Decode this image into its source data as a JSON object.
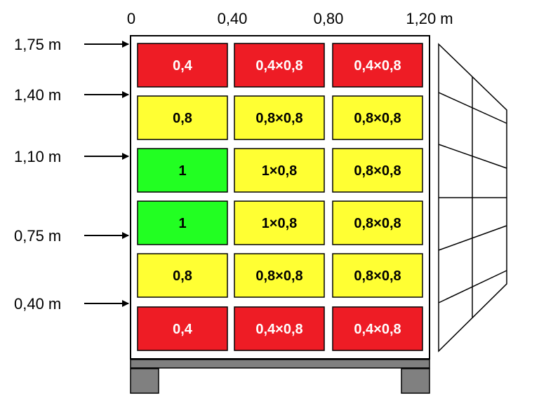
{
  "top_scale": {
    "labels": [
      "0",
      "0,40",
      "0,80",
      "1,20 m"
    ]
  },
  "height_markers": {
    "labels": [
      "1,75 m",
      "1,40 m",
      "1,10 m",
      "0,75 m",
      "0,40 m"
    ]
  },
  "colors": {
    "red": "#ee1c25",
    "yellow": "#ffff33",
    "green": "#22ff22",
    "pallet_gray": "#808080",
    "outline": "#000000"
  },
  "grid": {
    "rows": [
      [
        {
          "label": "0,4",
          "color": "red",
          "text_color": "#ffffff"
        },
        {
          "label": "0,4×0,8",
          "color": "red",
          "text_color": "#ffffff"
        },
        {
          "label": "0,4×0,8",
          "color": "red",
          "text_color": "#ffffff"
        }
      ],
      [
        {
          "label": "0,8",
          "color": "yellow",
          "text_color": "#000000"
        },
        {
          "label": "0,8×0,8",
          "color": "yellow",
          "text_color": "#000000"
        },
        {
          "label": "0,8×0,8",
          "color": "yellow",
          "text_color": "#000000"
        }
      ],
      [
        {
          "label": "1",
          "color": "green",
          "text_color": "#000000"
        },
        {
          "label": "1×0,8",
          "color": "yellow",
          "text_color": "#000000"
        },
        {
          "label": "0,8×0,8",
          "color": "yellow",
          "text_color": "#000000"
        }
      ],
      [
        {
          "label": "1",
          "color": "green",
          "text_color": "#000000"
        },
        {
          "label": "1×0,8",
          "color": "yellow",
          "text_color": "#000000"
        },
        {
          "label": "0,8×0,8",
          "color": "yellow",
          "text_color": "#000000"
        }
      ],
      [
        {
          "label": "0,8",
          "color": "yellow",
          "text_color": "#000000"
        },
        {
          "label": "0,8×0,8",
          "color": "yellow",
          "text_color": "#000000"
        },
        {
          "label": "0,8×0,8",
          "color": "yellow",
          "text_color": "#000000"
        }
      ],
      [
        {
          "label": "0,4",
          "color": "red",
          "text_color": "#ffffff"
        },
        {
          "label": "0,4×0,8",
          "color": "red",
          "text_color": "#ffffff"
        },
        {
          "label": "0,4×0,8",
          "color": "red",
          "text_color": "#ffffff"
        }
      ]
    ]
  }
}
